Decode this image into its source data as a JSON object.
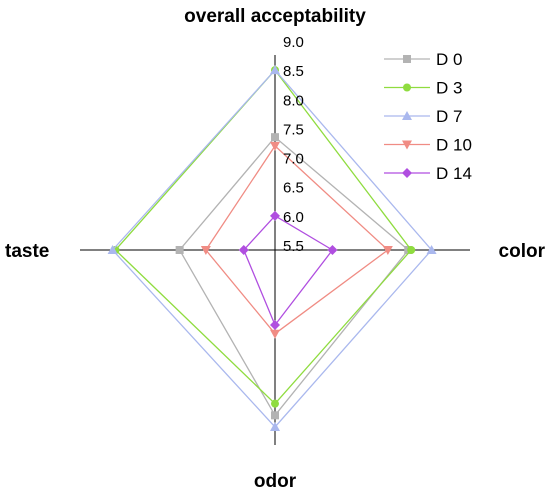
{
  "chart_data": {
    "type": "radar",
    "axes": [
      "overall acceptability",
      "color",
      "odor",
      "taste"
    ],
    "rlim": [
      5.5,
      9.0
    ],
    "ticks": [
      "9.0",
      "8.5",
      "8.0",
      "7.5",
      "7.0",
      "6.5",
      "6.0",
      "5.5"
    ],
    "tick_values": [
      9.0,
      8.5,
      8.0,
      7.5,
      7.0,
      6.5,
      6.0,
      5.5
    ],
    "legend_position": "top-right",
    "series": [
      {
        "name": "D 0",
        "values": [
          7.35,
          7.7,
          8.25,
          7.05
        ],
        "color": "#b3b3b3",
        "marker": "square"
      },
      {
        "name": "D 3",
        "values": [
          8.5,
          7.75,
          8.05,
          8.15
        ],
        "color": "#8fdc3f",
        "marker": "circle"
      },
      {
        "name": "D 7",
        "values": [
          8.5,
          8.1,
          8.45,
          8.2
        ],
        "color": "#aab8ee",
        "marker": "triangle-up"
      },
      {
        "name": "D 10",
        "values": [
          7.2,
          7.35,
          6.85,
          6.6
        ],
        "color": "#f08c84",
        "marker": "triangle-down"
      },
      {
        "name": "D 14",
        "values": [
          6.0,
          6.4,
          6.7,
          5.95
        ],
        "color": "#b04ee0",
        "marker": "diamond"
      }
    ]
  }
}
